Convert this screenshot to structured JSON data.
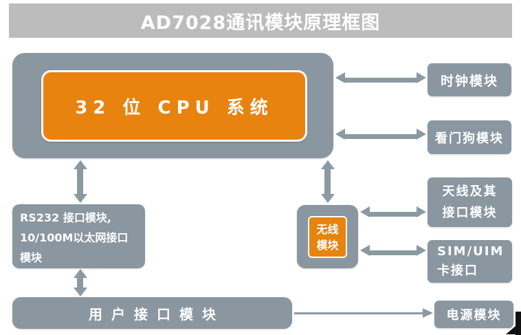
{
  "title": "AD7028通讯模块原理框图",
  "colors": {
    "box_gray": "#8A96A0",
    "accent_orange": "#E8830F",
    "banner_gray": "#BCBCBC",
    "arrow_gray": "#8B99A1",
    "text_white": "#FFFFFF",
    "mark_black": "#111111"
  },
  "blocks": {
    "cpu": {
      "label": "32 位 CPU 系统"
    },
    "rs232": {
      "lines": [
        "RS232 接口模块,",
        "10/100M以太网接口",
        "模块"
      ]
    },
    "wireless": {
      "lines": [
        "无线",
        "模块"
      ]
    },
    "user_interface": {
      "label": "用户接口模块"
    },
    "clock": {
      "label": "时钟模块"
    },
    "watchdog": {
      "label": "看门狗模块"
    },
    "antenna": {
      "lines": [
        "天线及其",
        "接口模块"
      ]
    },
    "sim": {
      "lines": [
        "SIM/UIM",
        "卡接口"
      ]
    },
    "power": {
      "label": "电源模块"
    }
  },
  "connections": [
    {
      "from": "cpu",
      "to": "clock",
      "type": "bidirectional"
    },
    {
      "from": "cpu",
      "to": "watchdog",
      "type": "bidirectional"
    },
    {
      "from": "cpu",
      "to": "rs232",
      "type": "bidirectional"
    },
    {
      "from": "cpu",
      "to": "wireless",
      "type": "bidirectional"
    },
    {
      "from": "rs232",
      "to": "user_interface",
      "type": "bidirectional"
    },
    {
      "from": "wireless",
      "to": "antenna",
      "type": "bidirectional"
    },
    {
      "from": "wireless",
      "to": "sim",
      "type": "bidirectional"
    },
    {
      "from": "user_interface",
      "to": "power",
      "type": "single"
    }
  ]
}
